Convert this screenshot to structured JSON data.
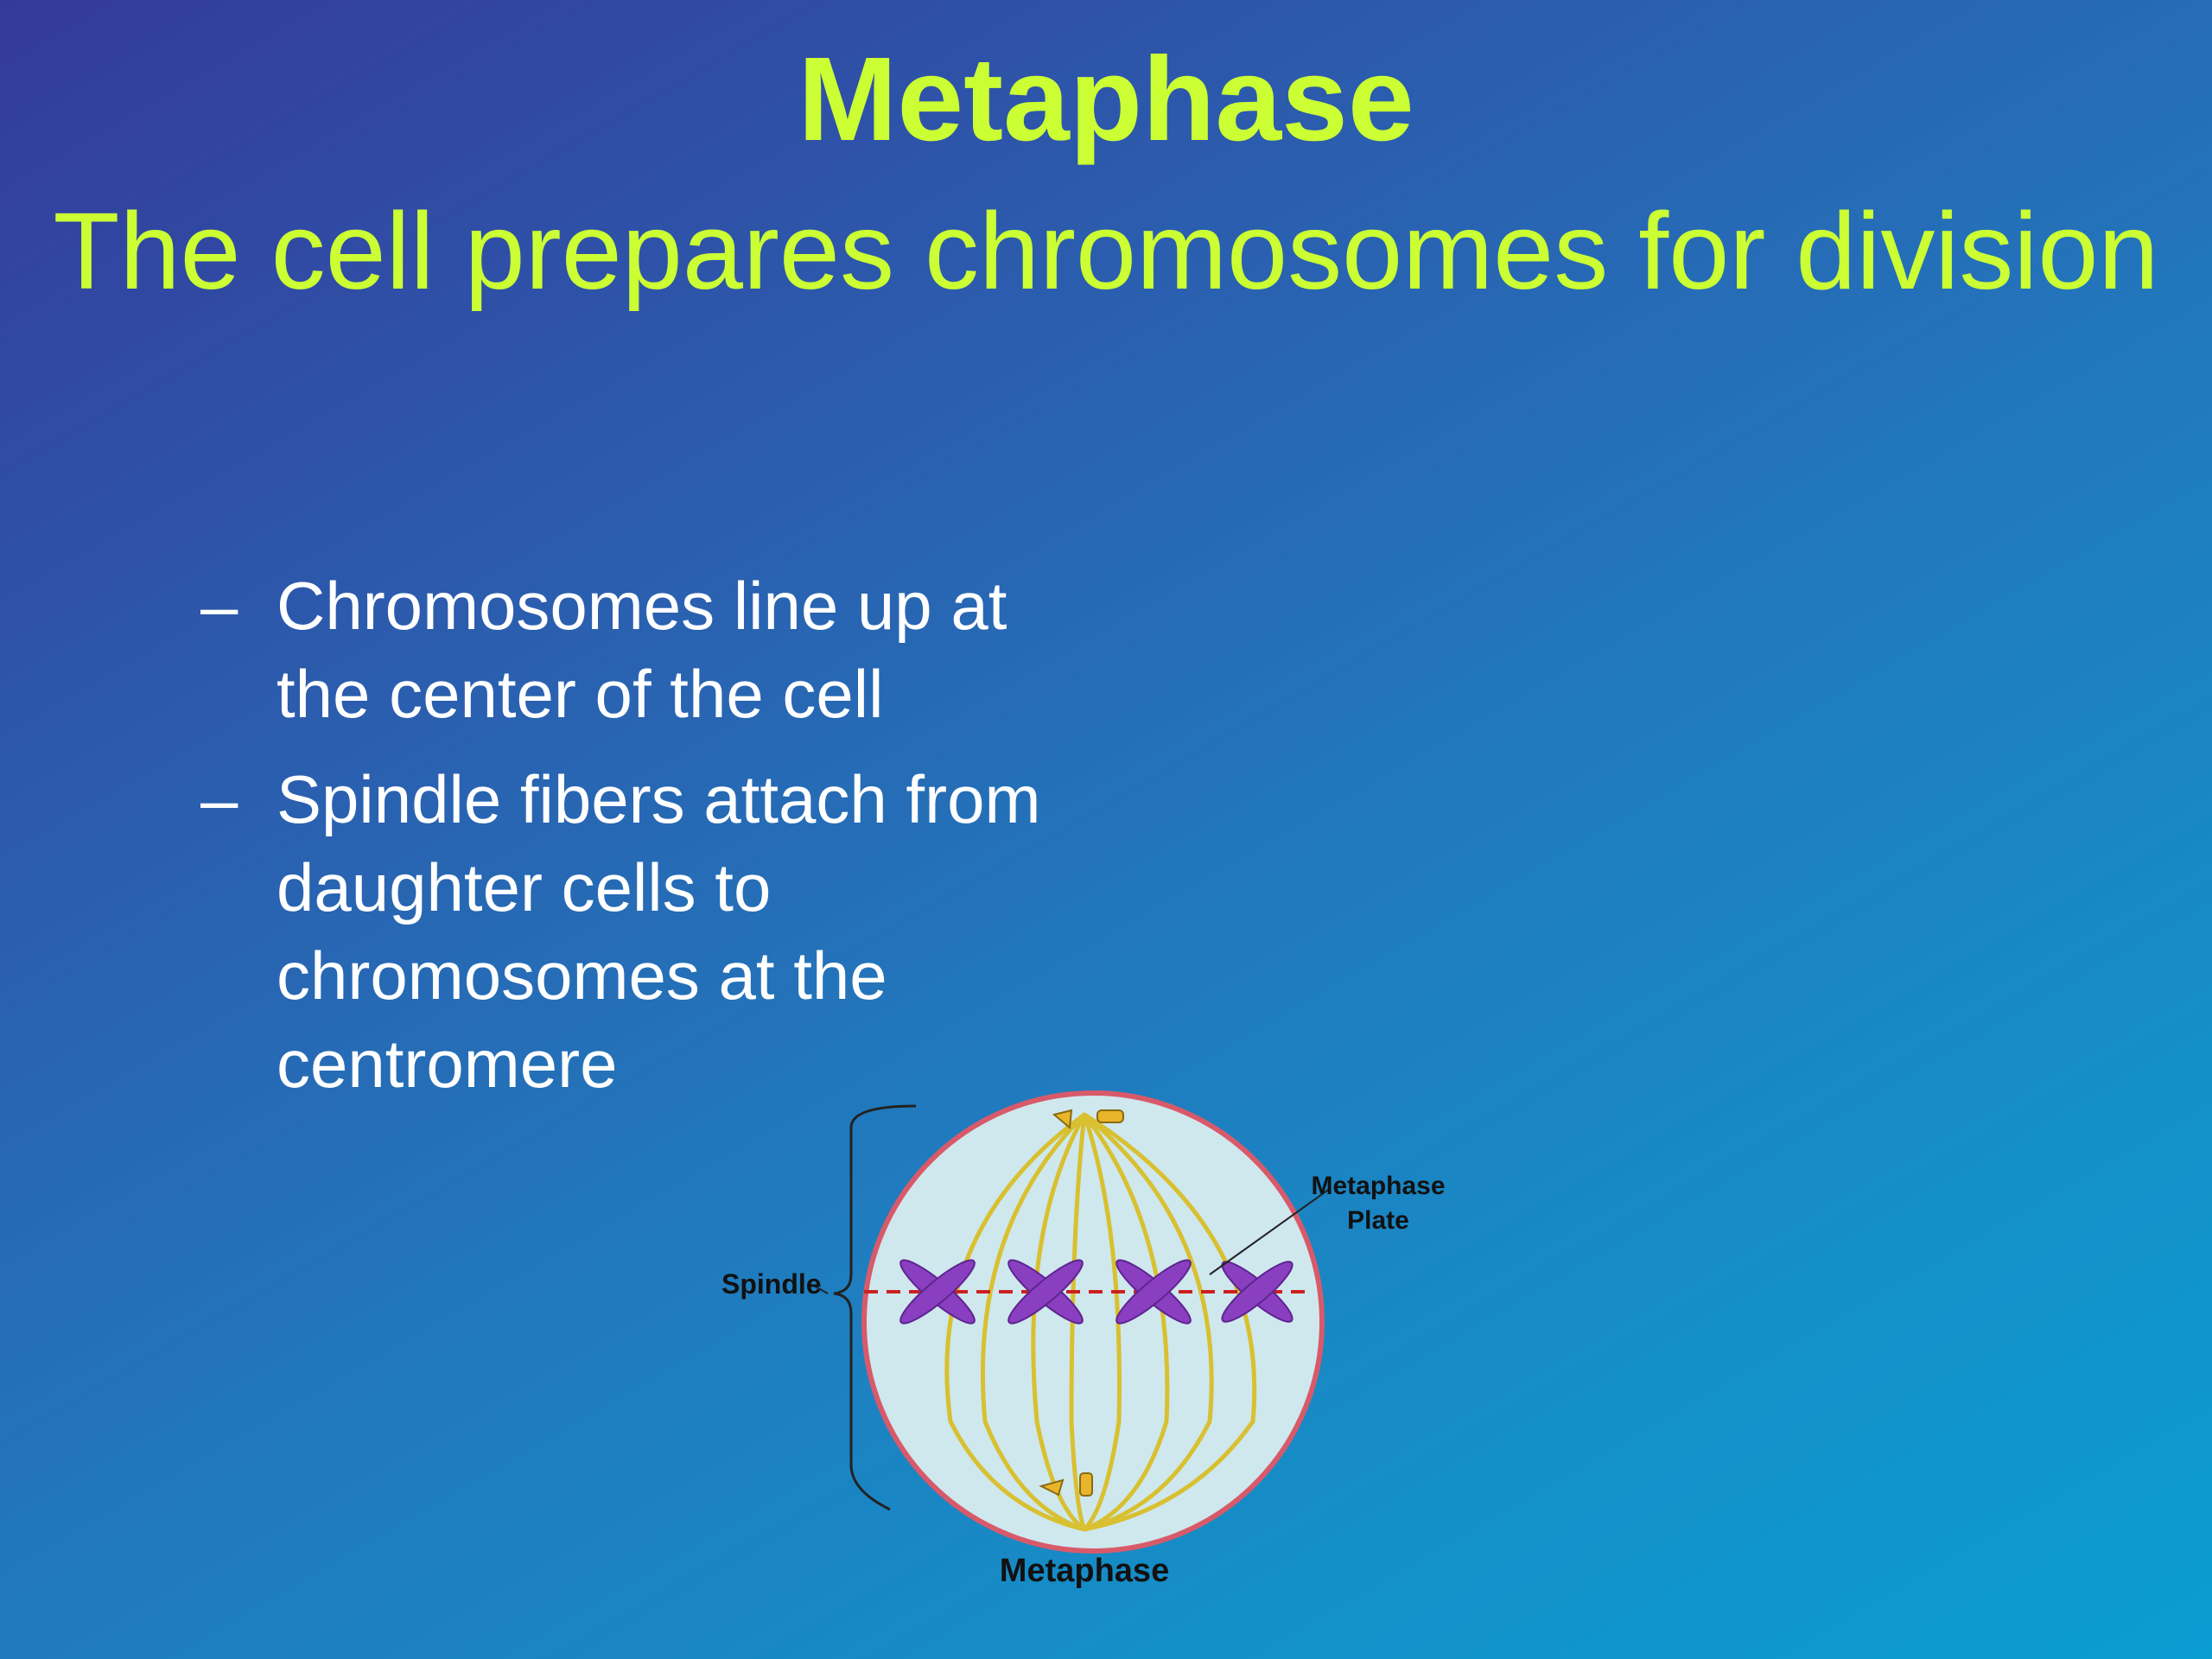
{
  "title": "Metaphase",
  "subtitle": "The cell prepares chromosomes for division",
  "bullets": [
    "Chromosomes line up at the center of the cell",
    "Spindle fibers attach from daughter cells to chromosomes at the centromere"
  ],
  "bullet_marker": "–",
  "diagram": {
    "labels": {
      "spindle": "Spindle",
      "plate_line1": "Metaphase",
      "plate_line2": "Plate",
      "caption": "Metaphase"
    },
    "colors": {
      "title": "#ccff33",
      "cell_fill": "#cfe8ee",
      "cell_border": "#d85a6a",
      "fibers": "#d8c030",
      "chromosomes": "#8a3fc0",
      "plate_line": "#cc2020"
    }
  }
}
